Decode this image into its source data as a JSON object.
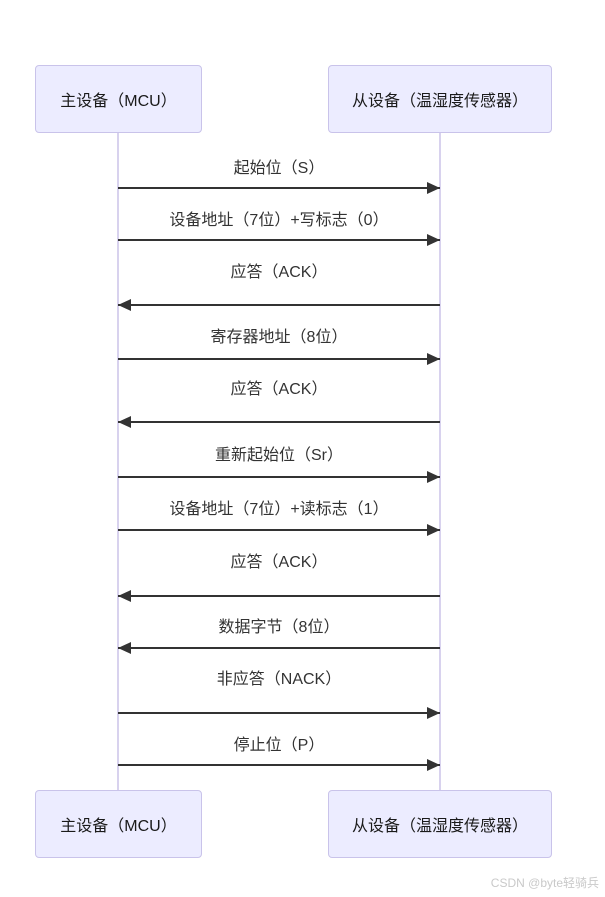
{
  "actors": {
    "master": "主设备（MCU）",
    "slave": "从设备（温湿度传感器）"
  },
  "messages": [
    {
      "from": "master",
      "to": "slave",
      "direction": "right",
      "label": "起始位（S）"
    },
    {
      "from": "master",
      "to": "slave",
      "direction": "right",
      "label": "设备地址（7位）+写标志（0）"
    },
    {
      "from": "slave",
      "to": "master",
      "direction": "left",
      "label": "应答（ACK）"
    },
    {
      "from": "master",
      "to": "slave",
      "direction": "right",
      "label": "寄存器地址（8位）"
    },
    {
      "from": "slave",
      "to": "master",
      "direction": "left",
      "label": "应答（ACK）"
    },
    {
      "from": "master",
      "to": "slave",
      "direction": "right",
      "label": "重新起始位（Sr）"
    },
    {
      "from": "master",
      "to": "slave",
      "direction": "right",
      "label": "设备地址（7位）+读标志（1）"
    },
    {
      "from": "slave",
      "to": "master",
      "direction": "left",
      "label": "应答（ACK）"
    },
    {
      "from": "slave",
      "to": "master",
      "direction": "left",
      "label": "数据字节（8位）"
    },
    {
      "from": "master",
      "to": "slave",
      "direction": "right",
      "label": "非应答（NACK）"
    },
    {
      "from": "master",
      "to": "slave",
      "direction": "right",
      "label": "停止位（P）"
    }
  ],
  "watermark": "CSDN @byte轻骑兵",
  "colors": {
    "actor_fill": "#ECECFF",
    "actor_border": "#C9C3EA",
    "lifeline": "#D8D2EE",
    "arrow": "#333333",
    "message_text": "#333333",
    "watermark_text": "#C9C9C9"
  }
}
